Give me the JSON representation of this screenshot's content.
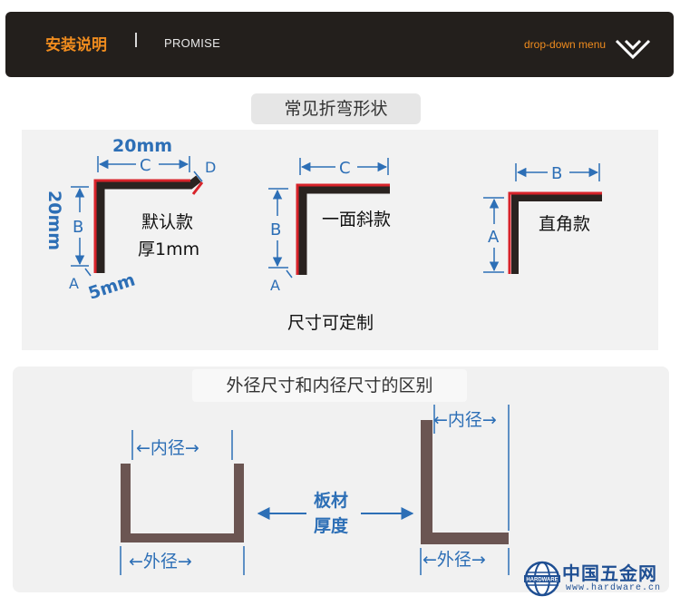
{
  "header": {
    "title": "安装说明",
    "promise": "PROMISE",
    "dropdown_label": "drop-down menu"
  },
  "section1": {
    "title": "常见折弯形状",
    "shape1": {
      "top_dim": "20mm",
      "c": "C",
      "d": "D",
      "b": "B",
      "a": "A",
      "side_dim": "20mm",
      "bottom_dim": "5mm",
      "label_line1": "默认款",
      "label_line2": "厚1mm"
    },
    "shape2": {
      "c": "C",
      "b": "B",
      "a": "A",
      "label": "一面斜款"
    },
    "shape3": {
      "b": "B",
      "a": "A",
      "label": "直角款"
    },
    "custom_label": "尺寸可定制"
  },
  "section2": {
    "title": "外径尺寸和内径尺寸的区别",
    "inner_u": "←内径→",
    "outer_u": "←外径→",
    "board_line1": "板材",
    "board_line2": "厚度",
    "inner_l": "←内径→",
    "outer_l": "←外径→"
  },
  "logo": {
    "brand": "中国五金网",
    "url": "www.hardware.cn",
    "globe_text": "HARDWARE"
  },
  "colors": {
    "accent_orange": "#f08c1e",
    "header_bg": "#231f1c",
    "dimension_blue": "#2d6fb6",
    "strip_red": "#d8232a",
    "profile_brown": "#6b5552",
    "logo_blue": "#1f4f93"
  }
}
